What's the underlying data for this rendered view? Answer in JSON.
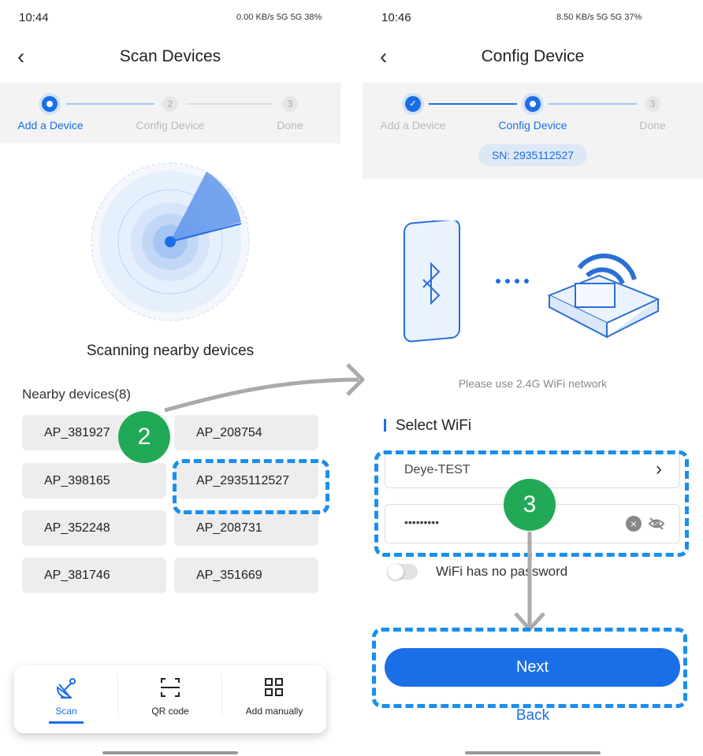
{
  "left": {
    "status": {
      "time": "10:44",
      "info": "0.00 KB/s  5G 5G 38%"
    },
    "header": {
      "title": "Scan Devices"
    },
    "steps": [
      {
        "label": "Add a Device",
        "num": ""
      },
      {
        "label": "Config Device",
        "num": "2"
      },
      {
        "label": "Done",
        "num": "3"
      }
    ],
    "scan_text": "Scanning nearby devices",
    "nearby_title": "Nearby devices(8)",
    "devices": [
      "AP_381927",
      "AP_208754",
      "AP_398165",
      "AP_2935112527",
      "AP_352248",
      "AP_208731",
      "AP_381746",
      "AP_351669"
    ],
    "tabs": [
      {
        "label": "Scan"
      },
      {
        "label": "QR code"
      },
      {
        "label": "Add manually"
      }
    ],
    "annotation": "2"
  },
  "right": {
    "status": {
      "time": "10:46",
      "info": "8.50 KB/s  5G 5G 37%"
    },
    "header": {
      "title": "Config Device"
    },
    "steps": [
      {
        "label": "Add a Device"
      },
      {
        "label": "Config Device"
      },
      {
        "label": "Done",
        "num": "3"
      }
    ],
    "sn": "SN: 2935112527",
    "hint": "Please use 2.4G WiFi network",
    "select_wifi": "Select WiFi",
    "wifi_name": "Deye-TEST",
    "password": "•••••••••",
    "no_password_label": "WiFi has no password",
    "next": "Next",
    "back": "Back",
    "annotation": "3"
  },
  "colors": {
    "primary": "#1b6fe6",
    "annotation": "#22a957",
    "dash": "#1a8ef0"
  }
}
